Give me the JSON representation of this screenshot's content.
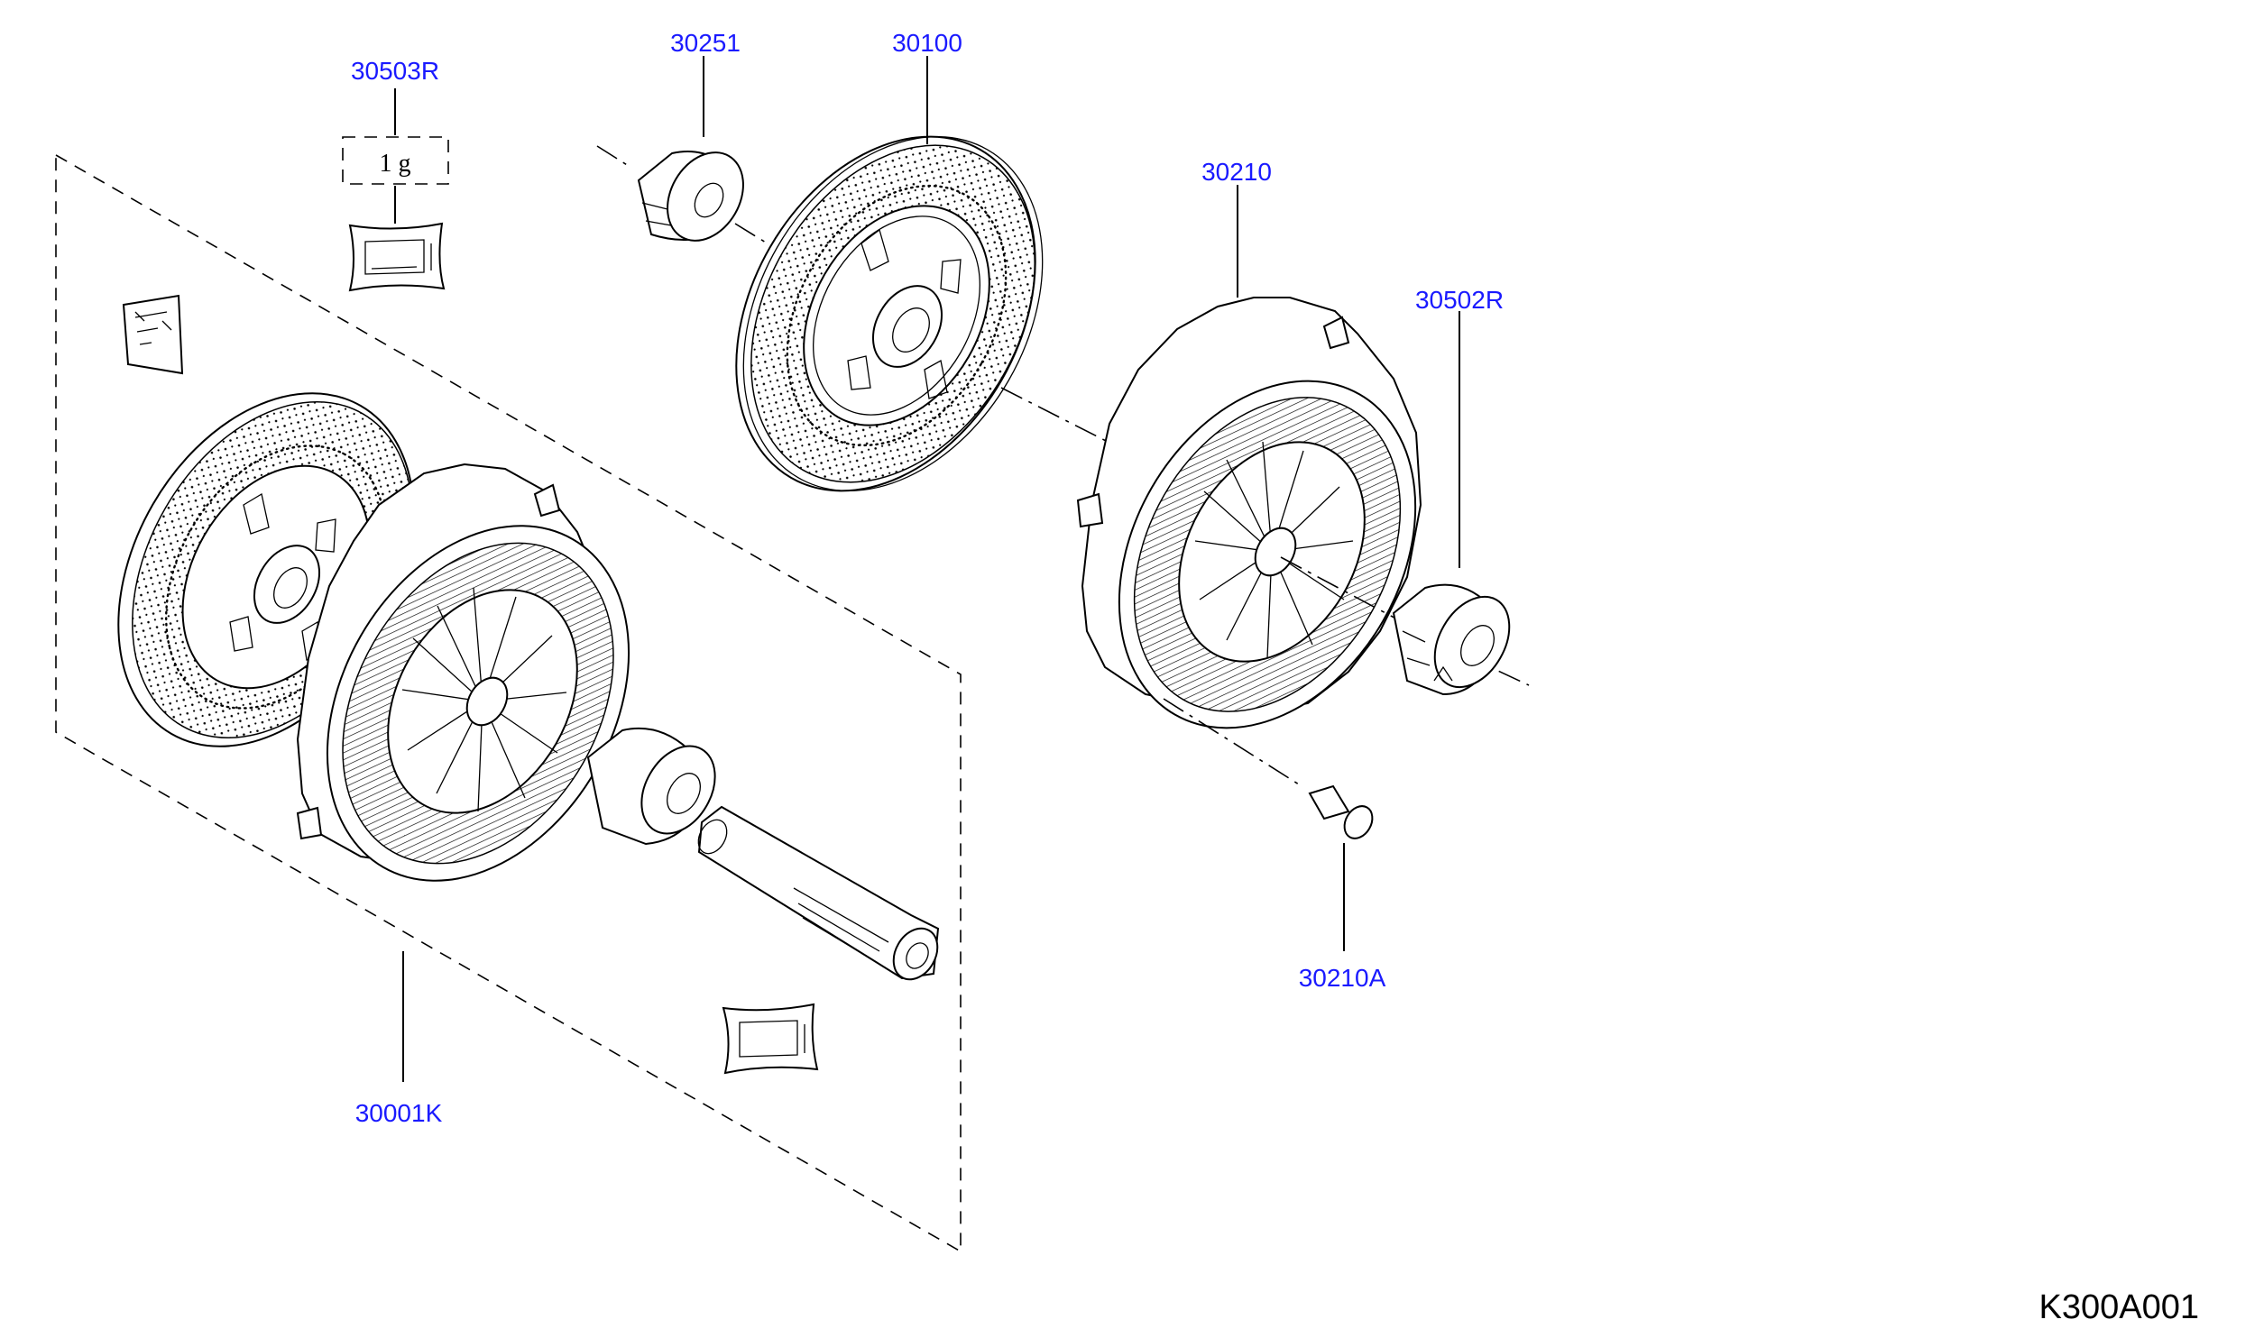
{
  "diagram_code": "K300A001",
  "grease_box_label": "1 g",
  "callouts": {
    "c30503R": "30503R",
    "c30251": "30251",
    "c30100": "30100",
    "c30210": "30210",
    "c30502R": "30502R",
    "c30210A": "30210A",
    "c30001K": "30001K"
  }
}
